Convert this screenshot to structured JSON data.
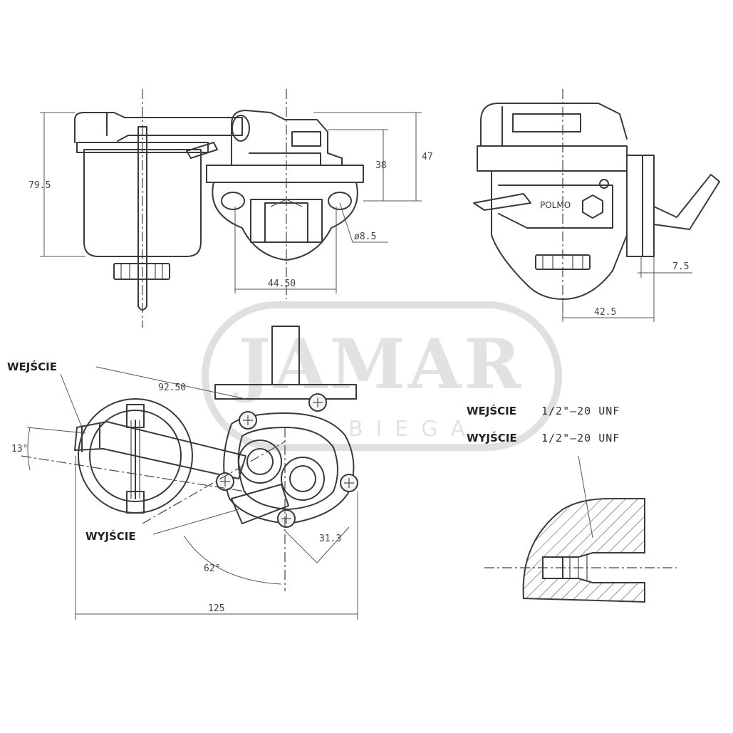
{
  "watermark": {
    "brand": "JAMAR",
    "tagline": "BIEGA"
  },
  "part_marking": "POLMO",
  "dimensions": {
    "d_47": "47",
    "d_38": "38",
    "d_79_5": "79.5",
    "d_44_50": "44.50",
    "d_phi_8_5": "ø8.5",
    "d_7_5": "7.5",
    "d_42_5": "42.5",
    "d_92_50": "92.50",
    "d_13": "13°",
    "d_31_3": "31.3",
    "d_62": "62°",
    "d_125": "125"
  },
  "labels": {
    "inlet": "WEJŚCIE",
    "outlet": "WYJŚCIE"
  },
  "thread_spec": {
    "inlet_label": "WEJŚCIE",
    "inlet_value": "1/2\"–20 UNF",
    "outlet_label": "WYJŚCIE",
    "outlet_value": "1/2\"–20 UNF"
  }
}
